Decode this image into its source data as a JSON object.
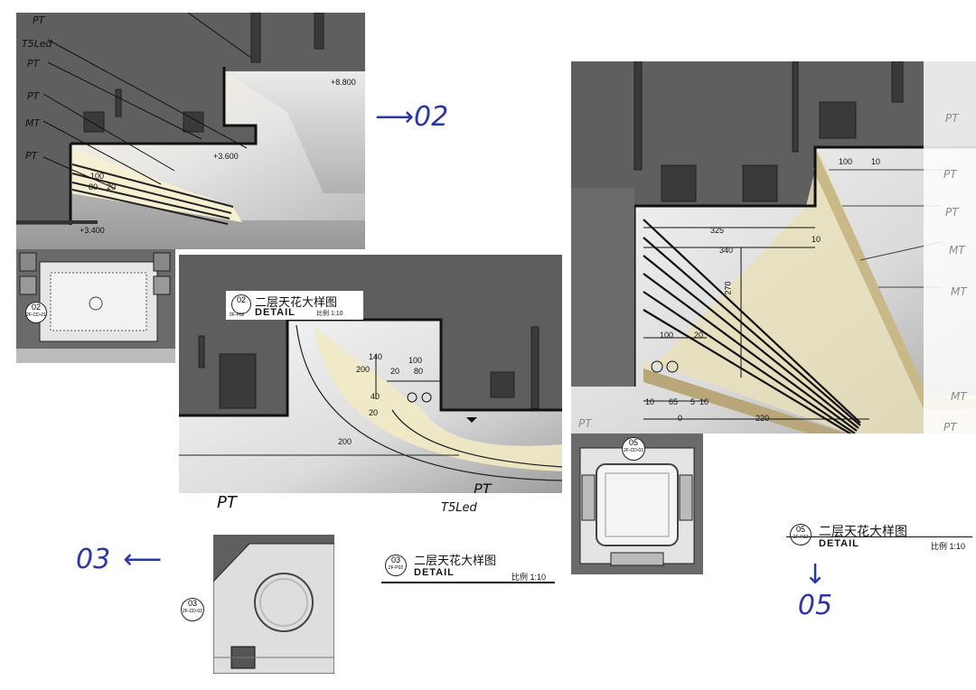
{
  "annotations": {
    "ref_02": "02",
    "ref_03": "03",
    "ref_05": "05"
  },
  "detail_02": {
    "labels": [
      "PT",
      "T5Led",
      "PT",
      "PT",
      "MT",
      "PT"
    ],
    "dims": [
      "100",
      "80",
      "20"
    ],
    "elevations": [
      "+8.800",
      "+3.600",
      "+3.400"
    ]
  },
  "detail_03": {
    "dims": [
      "140",
      "200",
      "100",
      "20",
      "80",
      "20",
      "40",
      "200"
    ],
    "labels": [
      "PT",
      "PT",
      "T5Led"
    ]
  },
  "detail_05": {
    "dims": [
      "325",
      "340",
      "270",
      "100",
      "20",
      "10",
      "65",
      "5",
      "10",
      "0",
      "220",
      "100",
      "10",
      "10"
    ],
    "labels": [
      "PT",
      "PT",
      "PT",
      "MT",
      "MT",
      "MT",
      "PT",
      "PT"
    ]
  },
  "plan_02": {
    "num": "02",
    "sheet": "2F-CD-01"
  },
  "plan_03": {
    "num": "03",
    "sheet": "2F-CD-01"
  },
  "plan_05": {
    "num": "05",
    "sheet": "2F-CD-01"
  },
  "title_02": {
    "num": "02",
    "sheet": "2F-P02",
    "title": "二层天花大样图",
    "detail": "DETAIL",
    "scale": "比例 1:10"
  },
  "title_03": {
    "num": "03",
    "sheet": "2F-P02",
    "title": "二层天花大样图",
    "detail": "DETAIL",
    "scale": "比例 1:10"
  },
  "title_05": {
    "num": "05",
    "sheet": "2F-P02",
    "title": "二层天花大样图",
    "detail": "DETAIL",
    "scale": "比例 1:10"
  },
  "colors": {
    "dark_grey": "#5e5e5e",
    "light_grey": "#d9d9d9",
    "glow": "#f4eccb",
    "ink_blue": "#2a37a8"
  }
}
